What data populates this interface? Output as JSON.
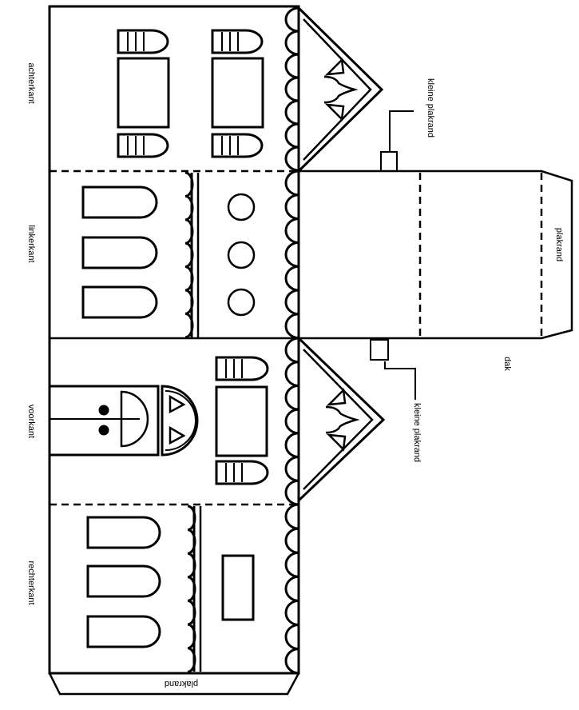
{
  "labels": {
    "back_wall": "achterkant",
    "left_wall": "linkerkant",
    "front_wall": "voorkant",
    "right_wall": "rechterkant",
    "glue_flap_bottom": "plakrand",
    "glue_flap_roof": "plakrand",
    "small_glue_flap_top": "kleine plakrand",
    "small_glue_flap_bottom": "kleine plakrand",
    "roof": "dak"
  },
  "line_color": "#000000",
  "background_color": "#ffffff"
}
